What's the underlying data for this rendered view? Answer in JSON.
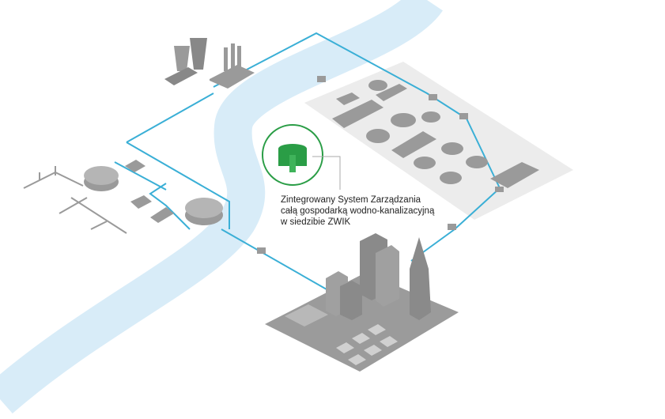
{
  "caption": {
    "line1": "Zintegrowany System Zarządzania",
    "line2": "całą gospodarką wodno-kanalizacyjną",
    "line3": "w siedzibie ZWIK"
  },
  "colors": {
    "river": "#d8ecf8",
    "pipeline": "#3aafd6",
    "building": "#9a9a9a",
    "platform": "#ececec",
    "accent": "#2a9d46"
  },
  "icons": [
    "river",
    "pipeline-network",
    "power-plant",
    "treatment-plant",
    "water-tower",
    "reservoir",
    "city",
    "control-center-icon",
    "pump-station"
  ]
}
